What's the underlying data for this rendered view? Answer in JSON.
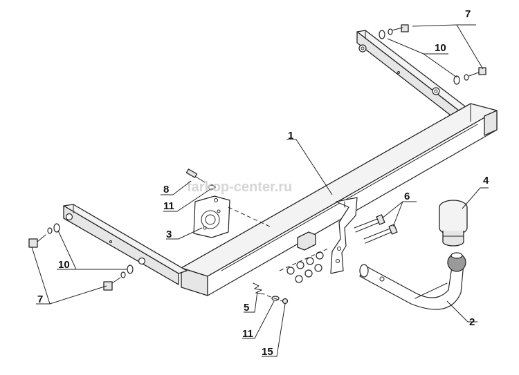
{
  "watermark": "farkop-center.ru",
  "callouts": {
    "c7a": "7",
    "c10a": "10",
    "c1": "1",
    "c4": "4",
    "c8": "8",
    "c11a": "11",
    "c6": "6",
    "c3": "3",
    "c10b": "10",
    "c7b": "7",
    "c5": "5",
    "c2": "2",
    "c11b": "11",
    "c15": "15"
  }
}
